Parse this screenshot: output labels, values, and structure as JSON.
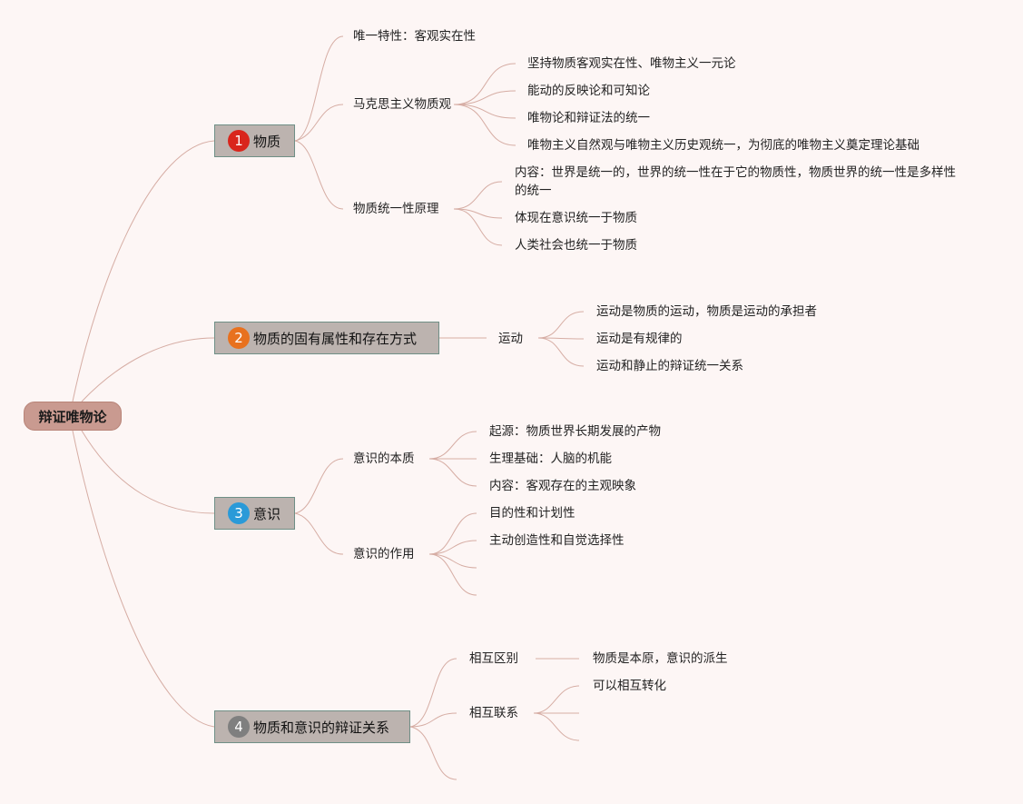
{
  "root": {
    "label": "辩证唯物论"
  },
  "topics": [
    {
      "number": "1",
      "label": "物质",
      "color": "#d9251c"
    },
    {
      "number": "2",
      "label": "物质的固有属性和存在方式",
      "color": "#e8711e"
    },
    {
      "number": "3",
      "label": "意识",
      "color": "#2a9ad8"
    },
    {
      "number": "4",
      "label": "物质和意识的辩证关系",
      "color": "#7f7f7f"
    }
  ],
  "matter": {
    "unique": "唯一特性：客观实在性",
    "marxist_view": {
      "label": "马克思主义物质观",
      "items": [
        "坚持物质客观实在性、唯物主义一元论",
        "能动的反映论和可知论",
        "唯物论和辩证法的统一",
        "唯物主义自然观与唯物主义历史观统一，为彻底的唯物主义奠定理论基础"
      ]
    },
    "unity": {
      "label": "物质统一性原理",
      "items": [
        "内容：世界是统一的，世界的统一性在于它的物质性，物质世界的统一性是多样性的统一",
        "体现在意识统一于物质",
        "人类社会也统一于物质"
      ]
    }
  },
  "motion": {
    "label": "运动",
    "items": [
      "运动是物质的运动，物质是运动的承担者",
      "运动是有规律的",
      "运动和静止的辩证统一关系"
    ]
  },
  "consciousness": {
    "essence": {
      "label": "意识的本质",
      "items": [
        "起源：物质世界长期发展的产物",
        "生理基础：人脑的机能",
        "内容：客观存在的主观映象"
      ]
    },
    "role": {
      "label": "意识的作用",
      "items": [
        "目的性和计划性",
        "主动创造性和自觉选择性",
        "",
        ""
      ]
    }
  },
  "relation": {
    "difference": {
      "label": "相互区别",
      "items": [
        "物质是本原，意识的派生"
      ]
    },
    "connection": {
      "label": "相互联系",
      "items": [
        "可以相互转化",
        "",
        ""
      ]
    },
    "extra": ""
  }
}
